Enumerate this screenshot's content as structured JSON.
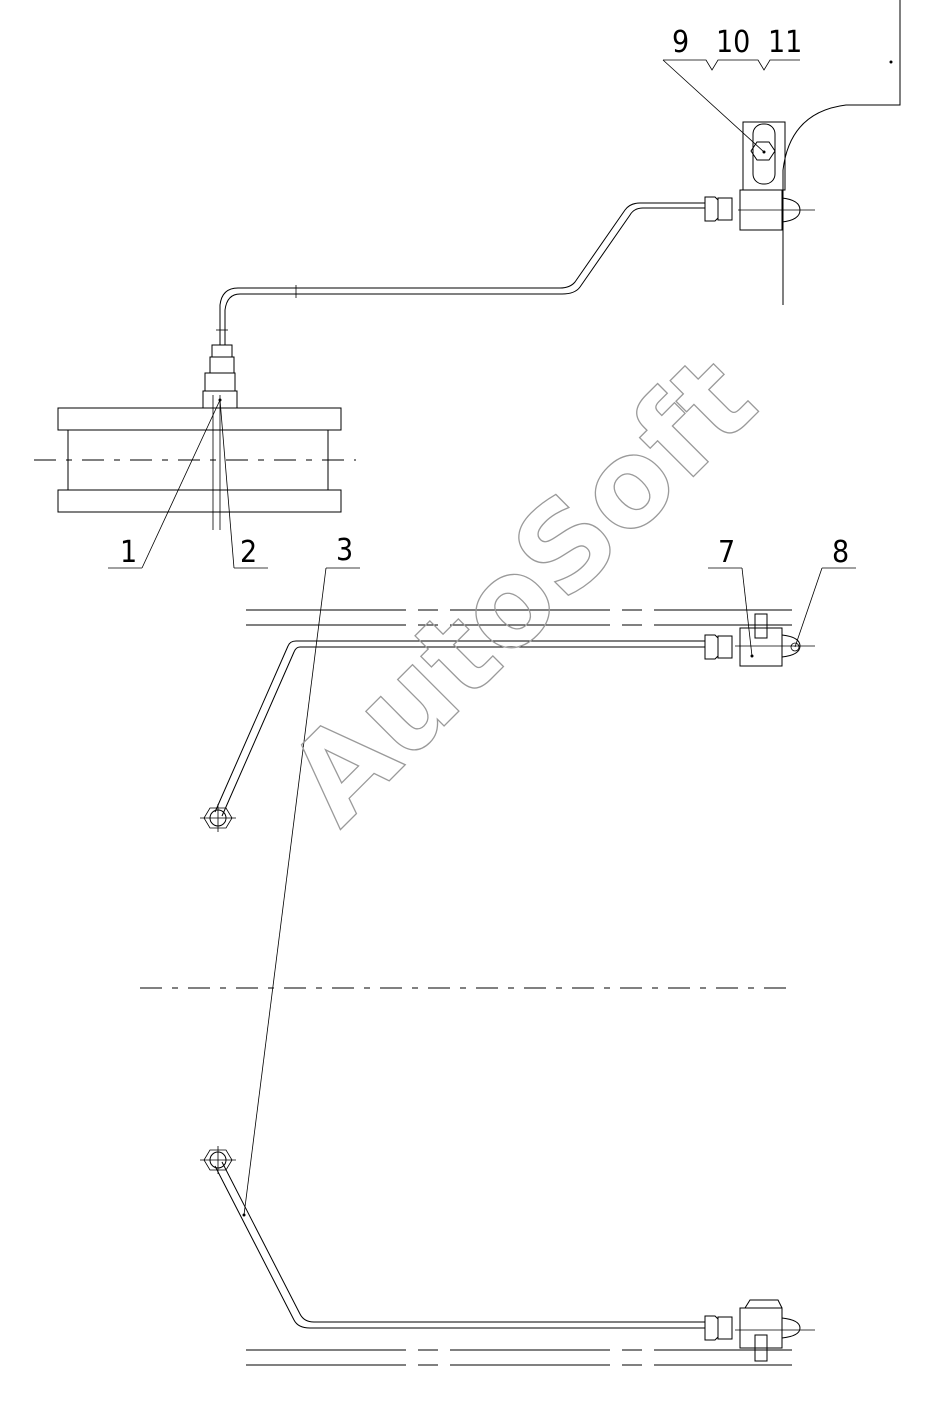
{
  "drawing": {
    "watermark": "AutoSoft",
    "callouts": {
      "c1": "1",
      "c2": "2",
      "c3": "3",
      "c7": "7",
      "c8": "8",
      "c9": "9",
      "c10": "10",
      "c11": "11"
    },
    "colors": {
      "line": "#000000",
      "watermark": "#9a9a9a",
      "background": "#ffffff"
    }
  }
}
